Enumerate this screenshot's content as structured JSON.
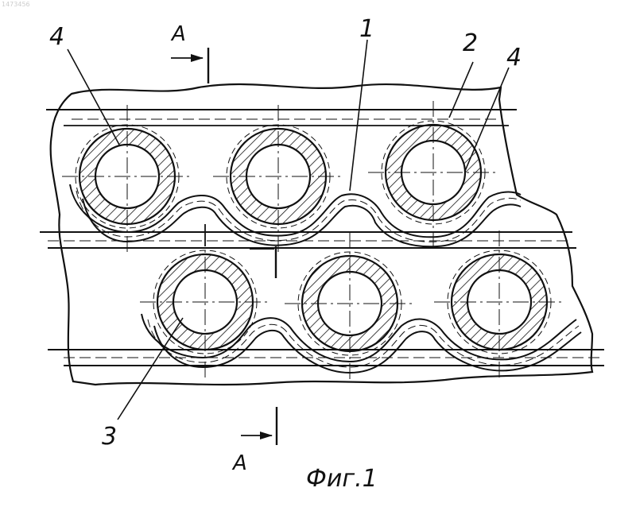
{
  "document_id": "1473456",
  "caption": "Фиг.1",
  "section": {
    "top_letter": "A",
    "bottom_letter": "A"
  },
  "callouts": {
    "label_1": "1",
    "label_2": "2",
    "label_3": "3",
    "label_4_left": "4",
    "label_4_right": "4"
  },
  "colors": {
    "ink": "#111111",
    "paper": "#ffffff"
  }
}
